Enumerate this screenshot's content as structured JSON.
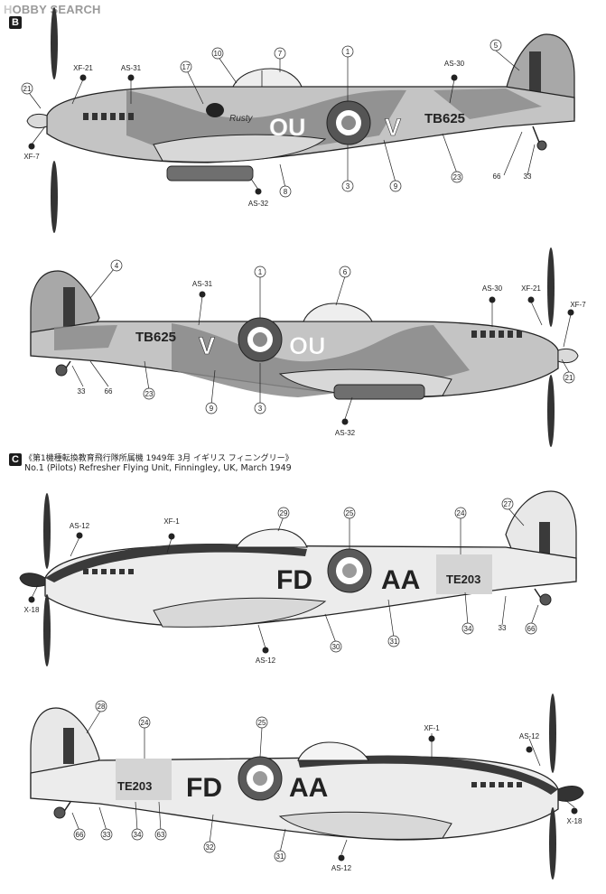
{
  "watermark": {
    "logo": "H",
    "text": "OBBY SEARCH"
  },
  "panels": [
    {
      "id": "B",
      "caption_ja": "",
      "caption_en": "",
      "views": [
        {
          "side": "left",
          "fuselage_code": "OU",
          "aircraft_letter": "V",
          "serial": "TB625",
          "nose_name": "Rusty",
          "callouts": [
            "21",
            "XF-21",
            "AS-31",
            "17",
            "10",
            "7",
            "1",
            "5",
            "AS-30",
            "XF-7",
            "AS-32",
            "8",
            "3",
            "9",
            "23",
            "66",
            "33"
          ]
        },
        {
          "side": "right",
          "fuselage_code": "OU",
          "aircraft_letter": "V",
          "serial": "TB625",
          "callouts": [
            "4",
            "AS-31",
            "1",
            "6",
            "AS-30",
            "XF-21",
            "XF-7",
            "33",
            "66",
            "23",
            "9",
            "3",
            "AS-32",
            "21"
          ]
        }
      ]
    },
    {
      "id": "C",
      "caption_ja": "《第1機種転換教育飛行隊所属機 1949年 3月 イギリス フィニングリー》",
      "caption_en": "No.1 (Pilots) Refresher Flying Unit, Finningley, UK, March 1949",
      "views": [
        {
          "side": "left",
          "fuselage_code": "FD",
          "aircraft_letter": "AA",
          "serial": "TE203",
          "callouts": [
            "AS-12",
            "XF-1",
            "29",
            "25",
            "24",
            "27",
            "X-18",
            "AS-12",
            "30",
            "31",
            "34",
            "33",
            "66"
          ]
        },
        {
          "side": "right",
          "fuselage_code": "FD",
          "aircraft_letter": "AA",
          "serial": "TE203",
          "callouts": [
            "28",
            "24",
            "25",
            "XF-1",
            "AS-12",
            "66",
            "33",
            "34",
            "63",
            "32",
            "31",
            "AS-12",
            "X-18"
          ]
        }
      ]
    }
  ],
  "colors": {
    "camo_light": "#bdbdbd",
    "camo_dark": "#8a8a8a",
    "silver": "#ececec",
    "stripe_dark": "#3a3a3a",
    "roundel_outer": "#5a5a5a",
    "roundel_mid": "#ffffff",
    "roundel_center": "#8a8a8a",
    "ink": "#222222"
  }
}
